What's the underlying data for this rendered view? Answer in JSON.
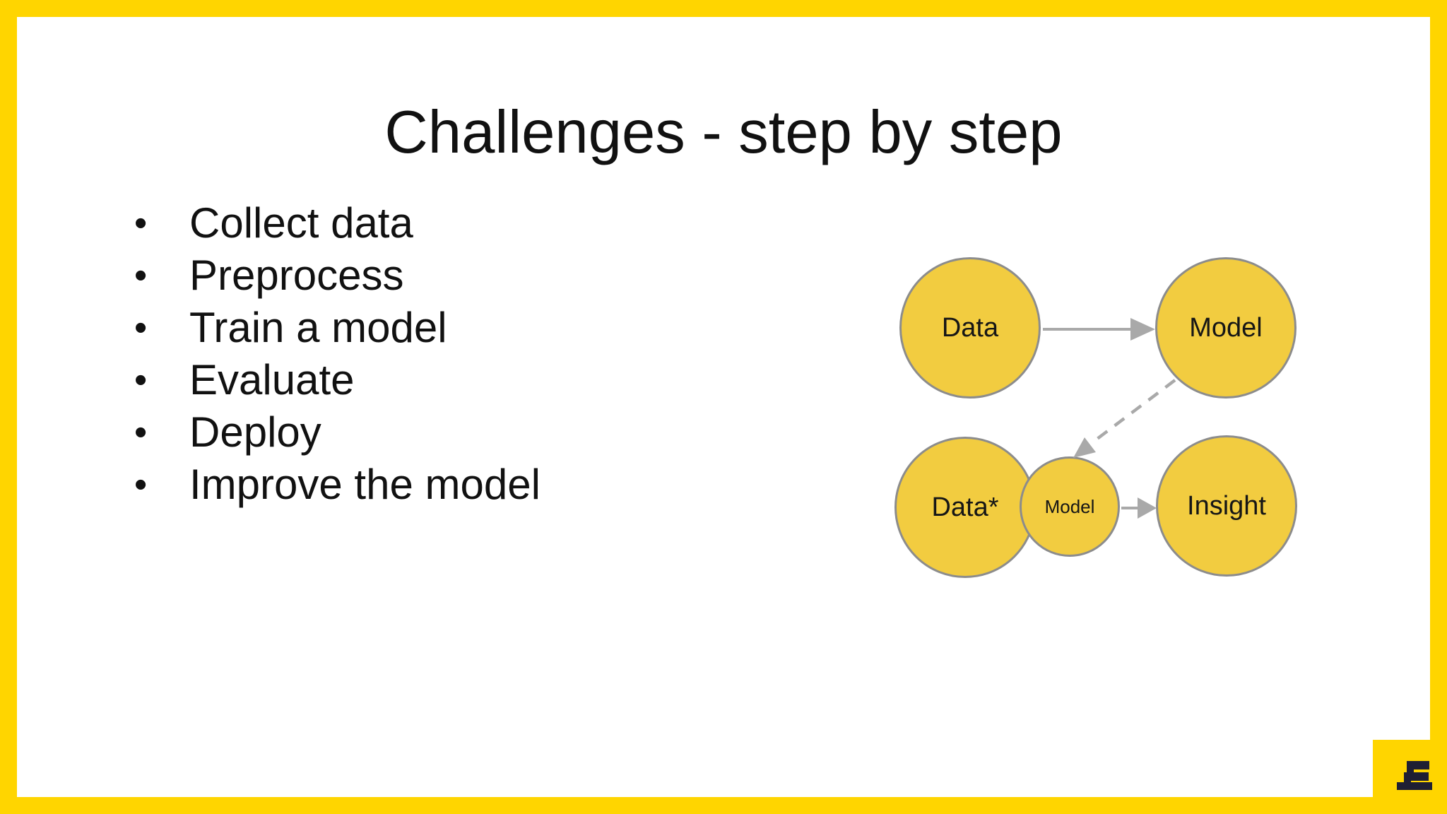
{
  "slide": {
    "title": "Challenges - step by step",
    "bullets": [
      "Collect data",
      "Preprocess",
      "Train a model",
      "Evaluate",
      "Deploy",
      "Improve the model"
    ]
  },
  "diagram": {
    "nodes": {
      "data": {
        "label": "Data"
      },
      "model": {
        "label": "Model"
      },
      "data_star": {
        "label": "Data*"
      },
      "model_small": {
        "label": "Model"
      },
      "insight": {
        "label": "Insight"
      }
    },
    "arrows": [
      {
        "from": "data",
        "to": "model",
        "style": "solid"
      },
      {
        "from": "model",
        "to": "model_small",
        "style": "dashed"
      },
      {
        "from": "model_small",
        "to": "insight",
        "style": "solid"
      }
    ]
  },
  "colors": {
    "brand_yellow": "#FFD500",
    "node_fill": "#F2CC40",
    "node_stroke": "#8C8C8C",
    "arrow_gray": "#A9A9A9",
    "logo_glyph": "#1F1F33",
    "text": "#111111"
  }
}
